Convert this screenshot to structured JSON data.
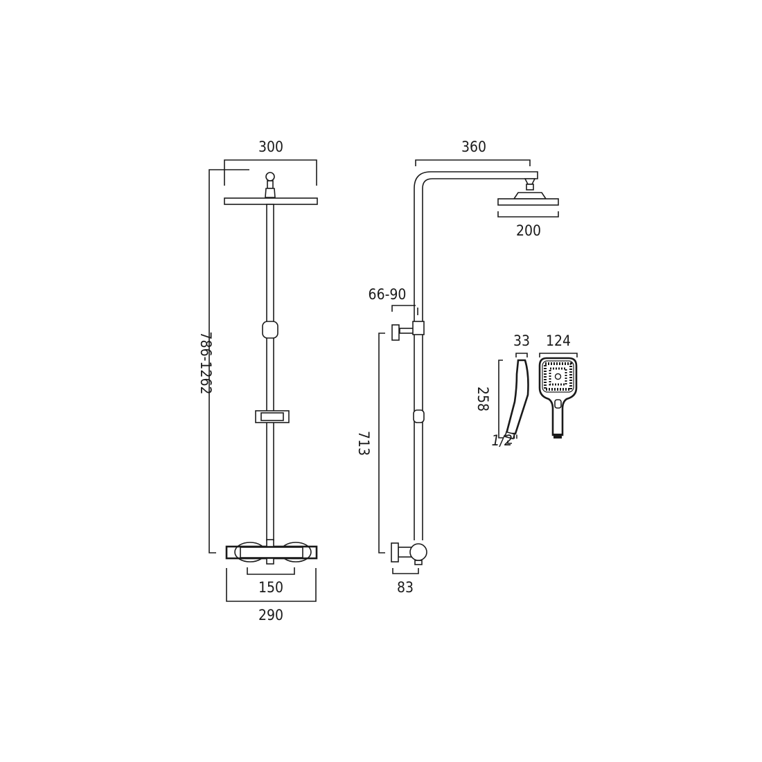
{
  "front_view": {
    "head_width": "300",
    "height_range": "786-1262",
    "inlet_centres": "150",
    "valve_width": "290"
  },
  "side_view": {
    "arm_projection": "360",
    "head_diameter": "200",
    "bracket_projection": "66-90",
    "bracket_spacing": "713",
    "valve_projection": "83"
  },
  "handset": {
    "depth": "33",
    "width": "124",
    "length": "258",
    "thread": "1/2\""
  }
}
